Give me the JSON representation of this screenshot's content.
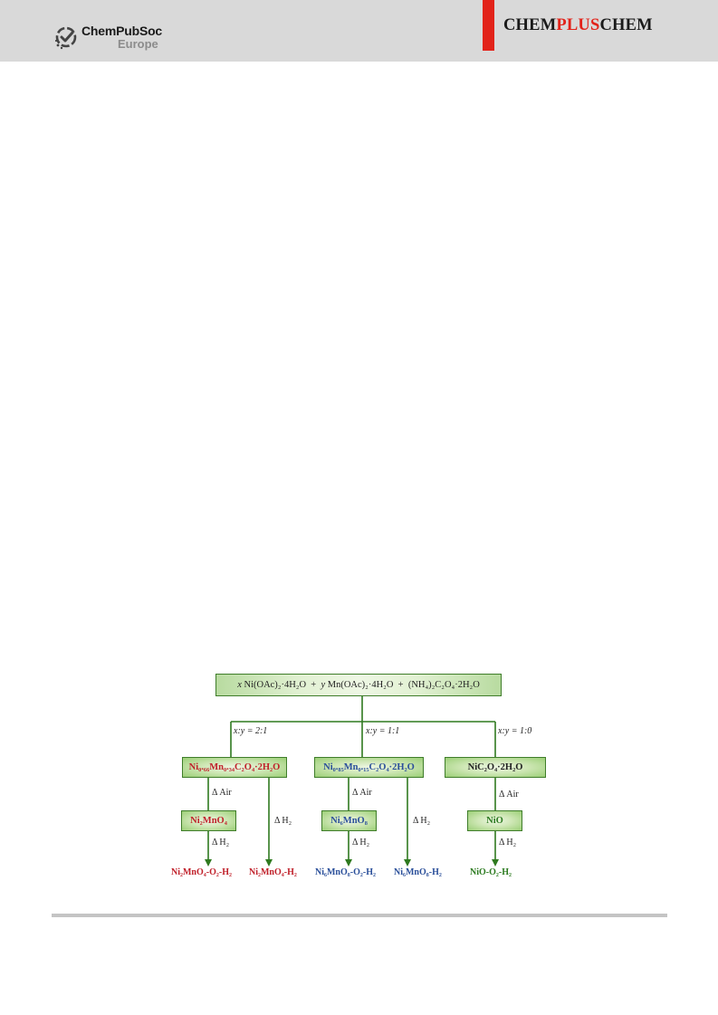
{
  "header": {
    "publisher_name": "ChemPubSoc",
    "publisher_sub": "Europe",
    "journal_pre": "CHEM",
    "journal_plus": "PLUS",
    "journal_post": "CHEM",
    "colors": {
      "accent_red": "#e2231a",
      "header_bg": "#d9d9d9"
    }
  },
  "scheme": {
    "top": {
      "x1": "x",
      "reagent1": " Ni(OAc)₂·4H₂O  +  ",
      "y1": "y",
      "reagent2": " Mn(OAc)₂·4H₂O  +  (NH₄)₂C₂O₄·2H₂O"
    },
    "ratios": [
      "x:y = 2:1",
      "x:y = 1:1",
      "x:y = 1:0"
    ],
    "precursors": [
      "Ni₀.₆₆Mn₀.₃₄C₂O₄·2H₂O",
      "Ni₀.₈₅Mn₀.₁₅C₂O₄·2H₂O",
      "NiC₂O₄·2H₂O"
    ],
    "oxides": [
      "Ni₂MnO₄",
      "Ni₆MnO₈",
      "NiO"
    ],
    "labels": {
      "air": "Δ Air",
      "h2": "Δ H₂"
    },
    "products": [
      "Ni₂MnO₄-O₂-H₂",
      "Ni₂MnO₄-H₂",
      "Ni₆MnO₈-O₂-H₂",
      "Ni₆MnO₈-H₂",
      "NiO-O₂-H₂"
    ],
    "colors": {
      "red": "#c0202a",
      "blue": "#2a4f9a",
      "green": "#2b7a1f",
      "line": "#3f7d2a"
    }
  }
}
